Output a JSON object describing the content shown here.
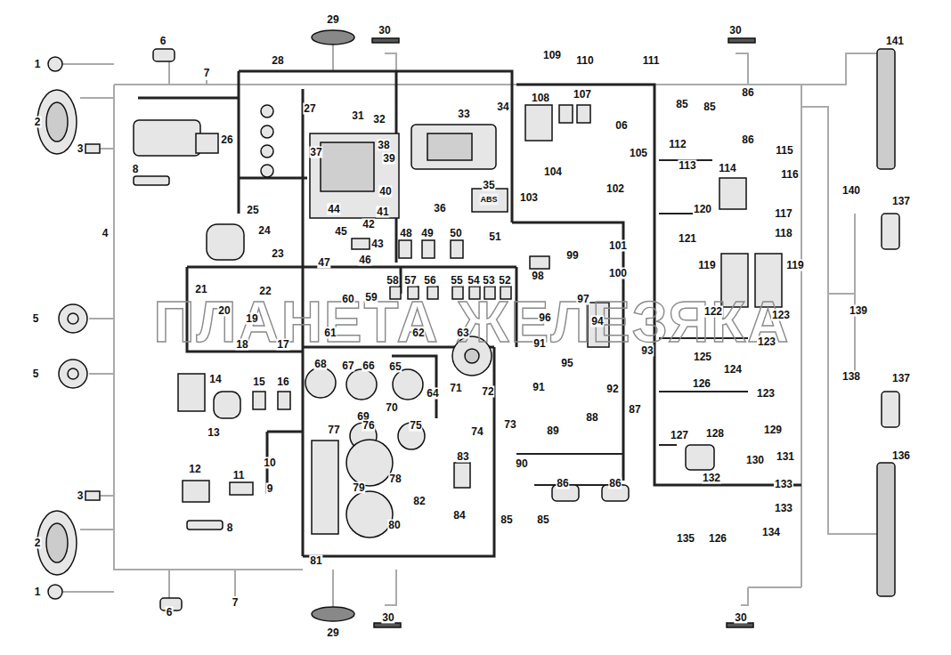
{
  "diagram": {
    "labels": [
      "1",
      "2",
      "3",
      "4",
      "5",
      "5",
      "3",
      "2",
      "1",
      "6",
      "7",
      "28",
      "29",
      "30",
      "8",
      "26",
      "27",
      "31",
      "32",
      "33",
      "34",
      "109",
      "110",
      "111",
      "30",
      "141",
      "108",
      "107",
      "06",
      "105",
      "85",
      "85",
      "86",
      "86",
      "112",
      "113",
      "114",
      "115",
      "116",
      "37",
      "38",
      "39",
      "40",
      "41",
      "42",
      "43",
      "44",
      "25",
      "104",
      "103",
      "102",
      "35",
      "ABS",
      "36",
      "120",
      "117",
      "140",
      "137",
      "24",
      "23",
      "45",
      "46",
      "47",
      "48",
      "49",
      "50",
      "51",
      "99",
      "101",
      "118",
      "121",
      "119",
      "119",
      "21",
      "22",
      "58",
      "57",
      "56",
      "55",
      "54",
      "53",
      "52",
      "100",
      "98",
      "60",
      "59",
      "97",
      "20",
      "19",
      "18",
      "17",
      "61",
      "62",
      "63",
      "96",
      "94",
      "122",
      "123",
      "139",
      "93",
      "91",
      "95",
      "123",
      "125",
      "124",
      "138",
      "137",
      "68",
      "67",
      "66",
      "65",
      "64",
      "71",
      "72",
      "91",
      "92",
      "126",
      "123",
      "14",
      "15",
      "16",
      "69",
      "70",
      "76",
      "75",
      "73",
      "74",
      "88",
      "87",
      "136",
      "13",
      "77",
      "10",
      "12",
      "11",
      "9",
      "83",
      "89",
      "90",
      "127",
      "128",
      "129",
      "130",
      "131",
      "132",
      "133",
      "133",
      "78",
      "79",
      "82",
      "84",
      "80",
      "85",
      "85",
      "86",
      "86",
      "135",
      "126",
      "134",
      "8",
      "81",
      "7",
      "6",
      "29",
      "30",
      "30",
      "ПЛАНЕТА ЖЕЛЕЗЯКА"
    ]
  }
}
